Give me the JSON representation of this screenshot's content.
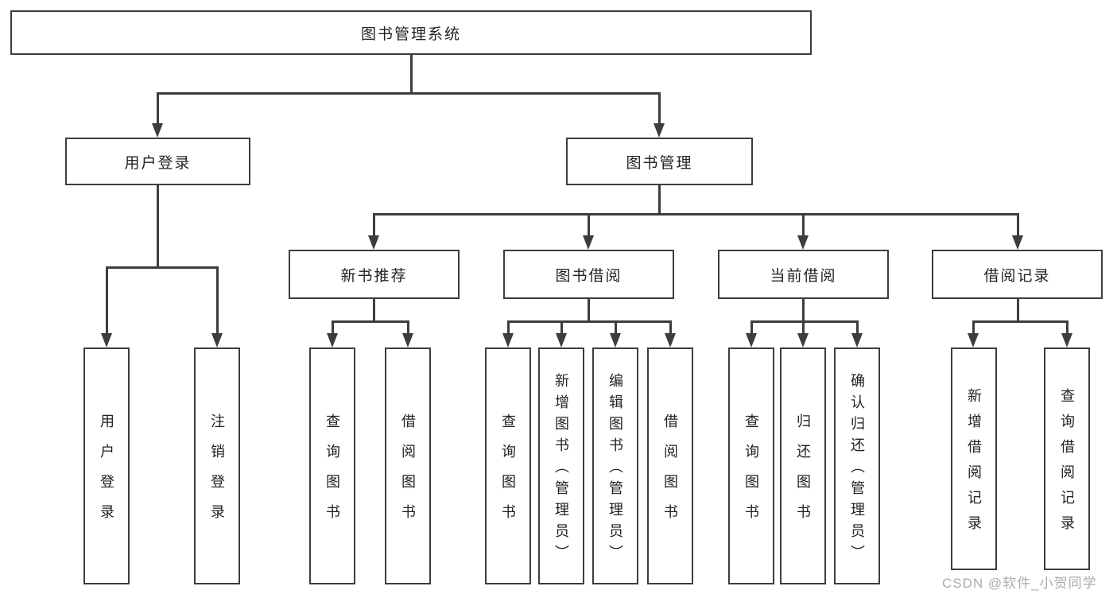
{
  "nodes": {
    "root": "图书管理系统",
    "level2": [
      "用户登录",
      "图书管理"
    ],
    "level3": [
      "新书推荐",
      "图书借阅",
      "当前借阅",
      "借阅记录"
    ],
    "leaves": {
      "user_login": [
        "用户登录",
        "注销登录"
      ],
      "new_books": [
        "查询图书",
        "借阅图书"
      ],
      "book_borrow": [
        "查询图书",
        "新增图书（管理员）",
        "编辑图书（管理员）",
        "借阅图书"
      ],
      "current_borrow": [
        "查询图书",
        "归还图书",
        "确认归还（管理员）"
      ],
      "borrow_records": [
        "新增借阅记录",
        "查询借阅记录"
      ]
    }
  },
  "watermark": "CSDN @软件_小贺同学",
  "colors": {
    "line": "#3d3d3d",
    "text": "#222222",
    "watermark": "#ababab",
    "background": "#ffffff"
  }
}
